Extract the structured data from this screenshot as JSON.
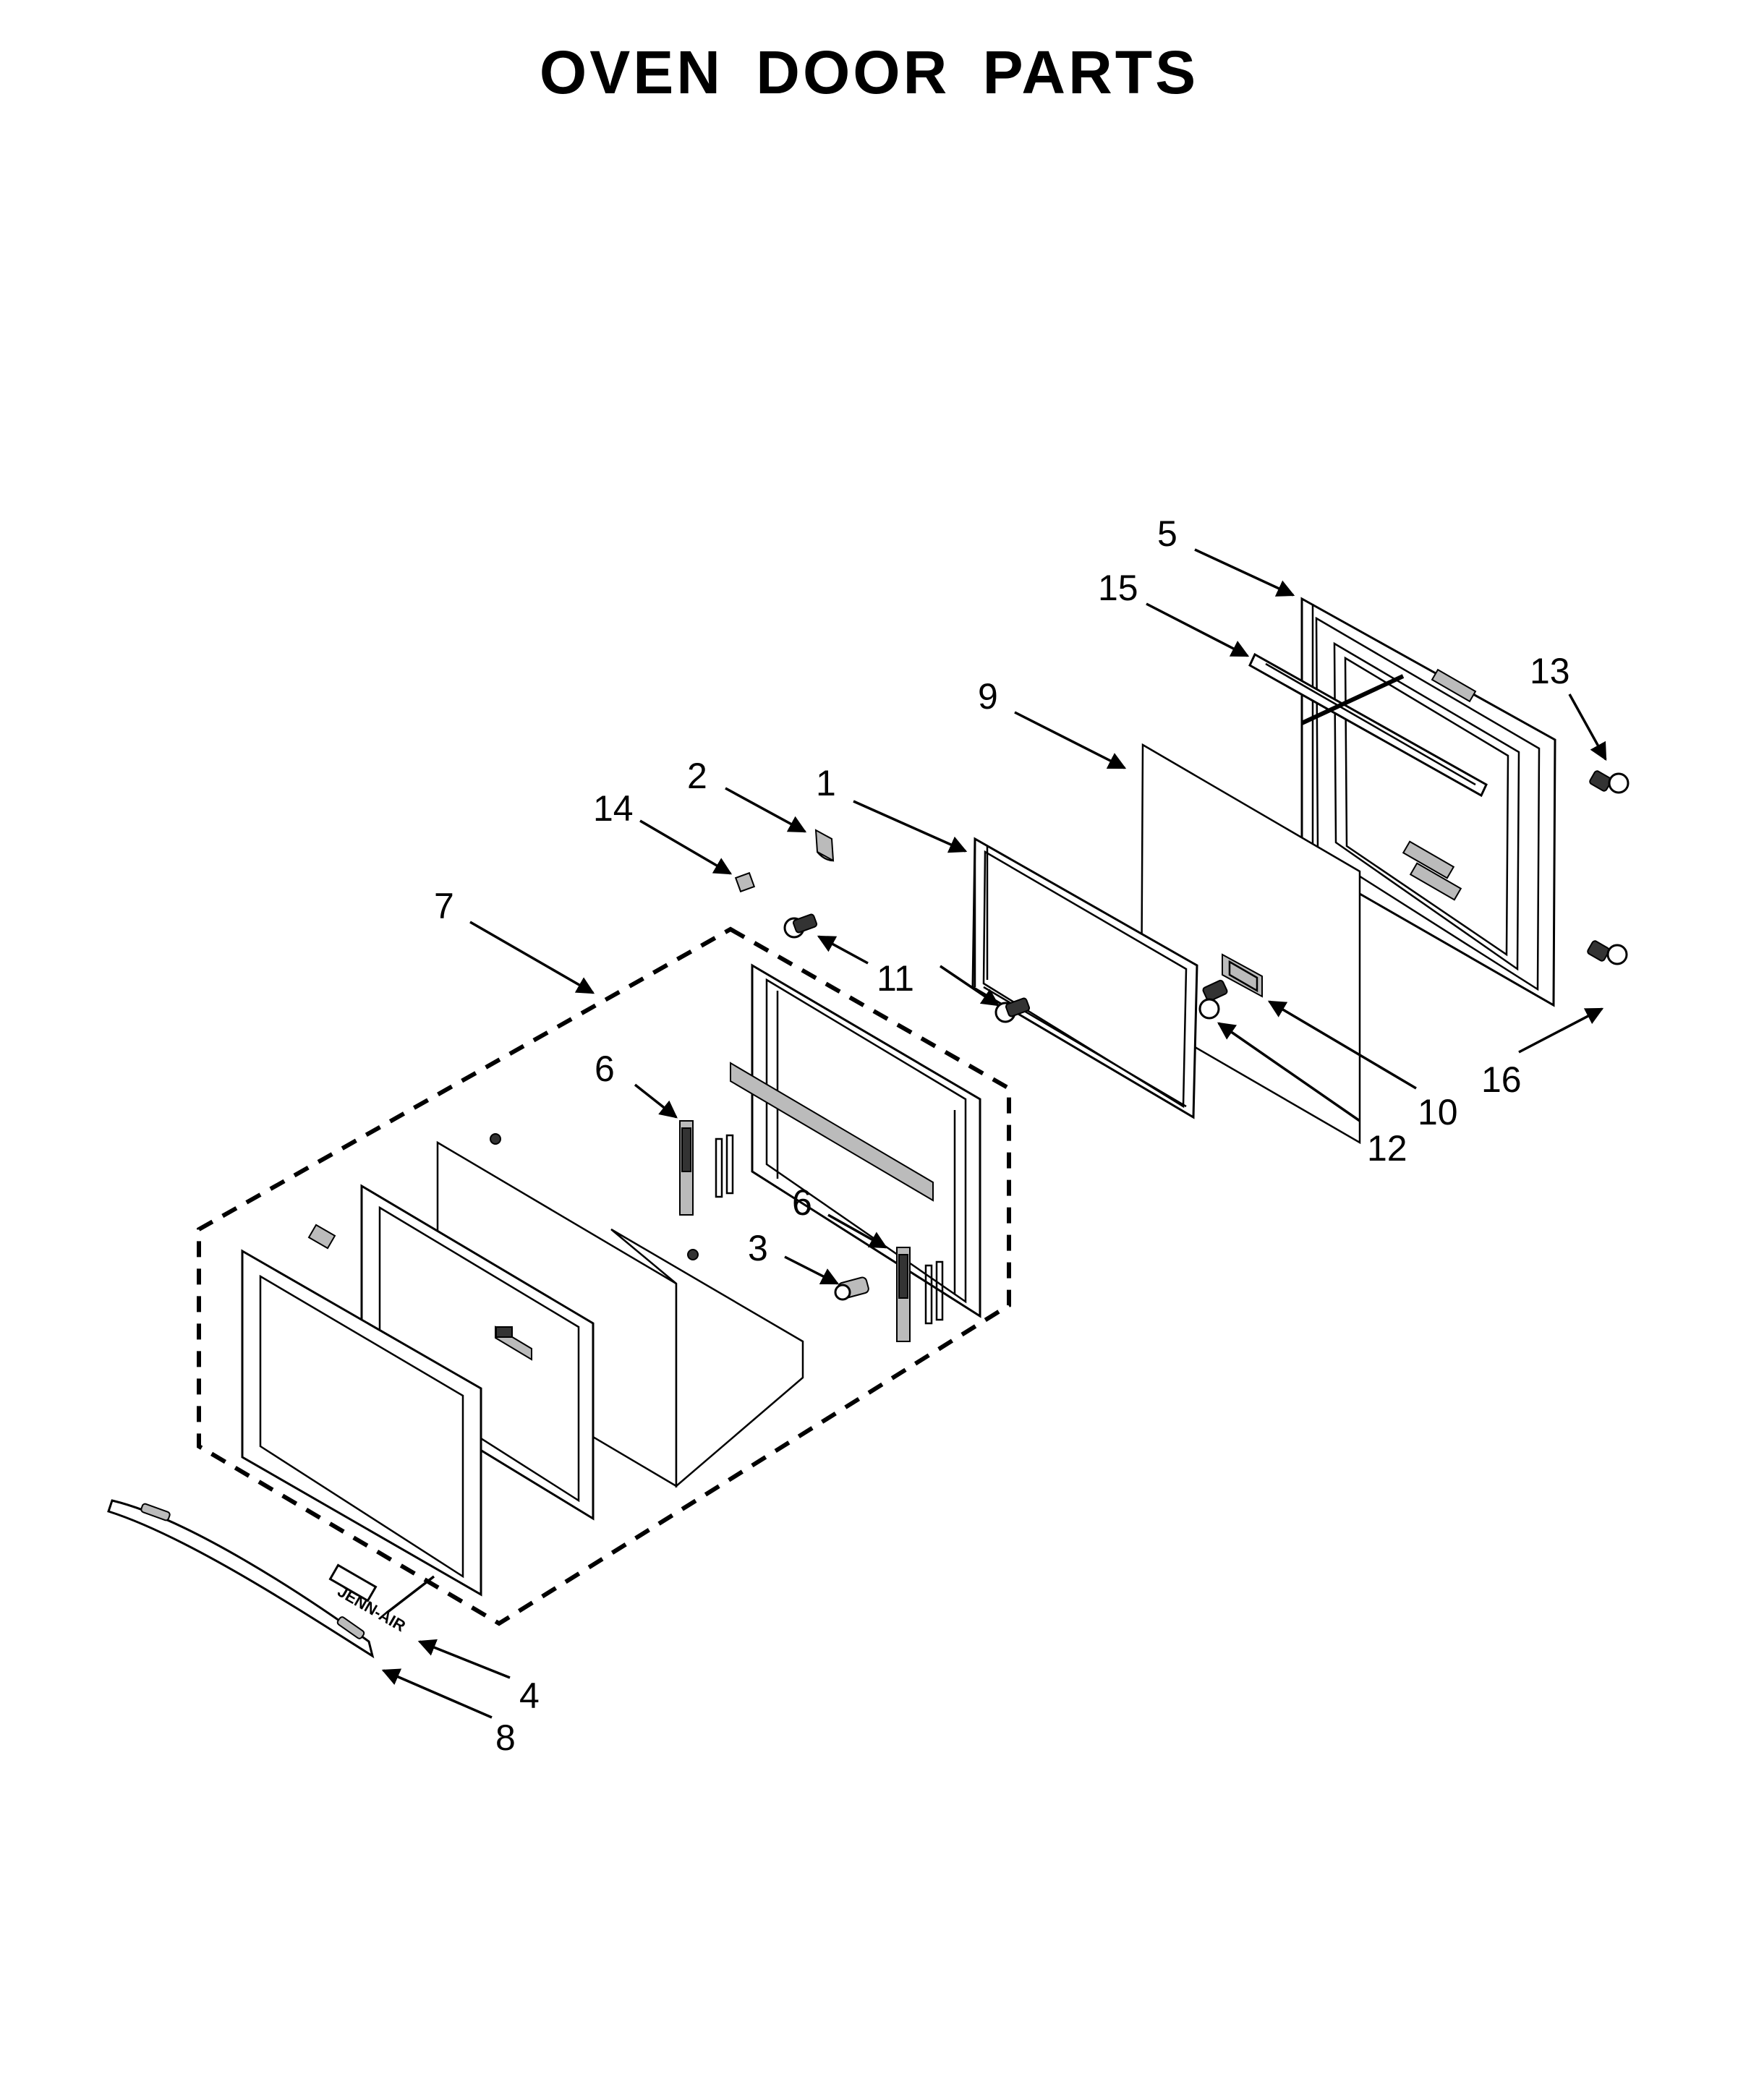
{
  "title": "OVEN DOOR PARTS",
  "brand_logo_text": "JENN-AIR",
  "callouts": [
    {
      "id": "c1",
      "number": "1"
    },
    {
      "id": "c2",
      "number": "2"
    },
    {
      "id": "c3",
      "number": "3"
    },
    {
      "id": "c4",
      "number": "4"
    },
    {
      "id": "c5",
      "number": "5"
    },
    {
      "id": "c6a",
      "number": "6"
    },
    {
      "id": "c6b",
      "number": "6"
    },
    {
      "id": "c7",
      "number": "7"
    },
    {
      "id": "c8",
      "number": "8"
    },
    {
      "id": "c9",
      "number": "9"
    },
    {
      "id": "c10",
      "number": "10"
    },
    {
      "id": "c11",
      "number": "11"
    },
    {
      "id": "c12",
      "number": "12"
    },
    {
      "id": "c13",
      "number": "13"
    },
    {
      "id": "c14",
      "number": "14"
    },
    {
      "id": "c15",
      "number": "15"
    },
    {
      "id": "c16",
      "number": "16"
    }
  ]
}
